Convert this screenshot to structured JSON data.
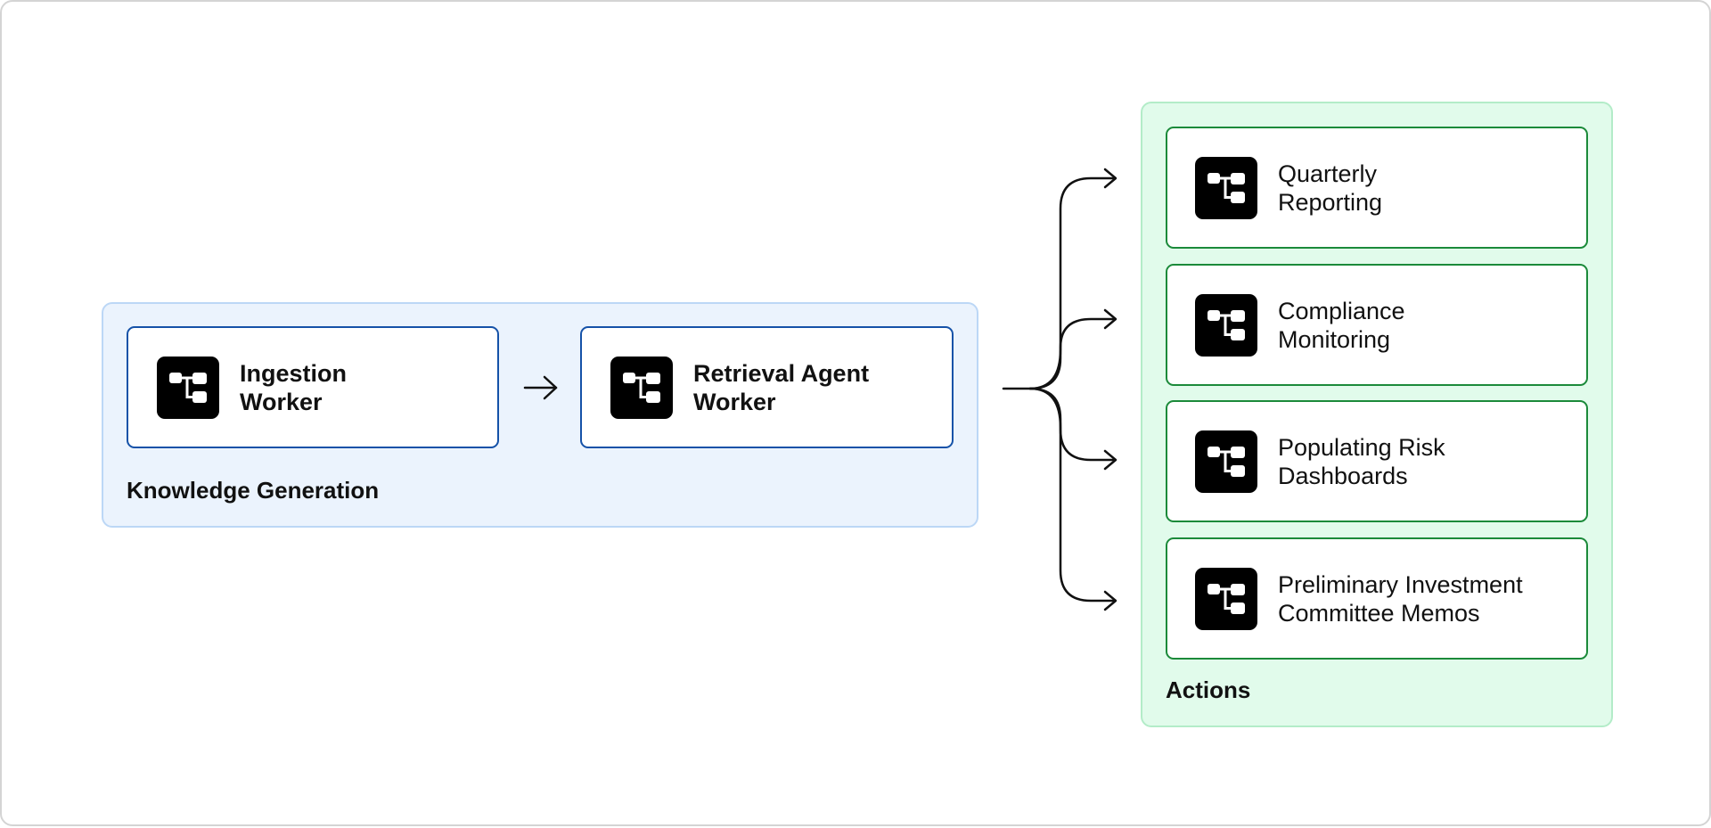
{
  "groups": {
    "knowledge": {
      "label": "Knowledge Generation"
    },
    "actions": {
      "label": "Actions"
    }
  },
  "nodes": {
    "ingestion": {
      "label": "Ingestion\nWorker",
      "icon": "workflow-icon"
    },
    "retrieval": {
      "label": "Retrieval Agent\nWorker",
      "icon": "workflow-icon"
    }
  },
  "actions": [
    {
      "label": "Quarterly\nReporting",
      "icon": "workflow-icon"
    },
    {
      "label": "Compliance\nMonitoring",
      "icon": "workflow-icon"
    },
    {
      "label": "Populating Risk\nDashboards",
      "icon": "workflow-icon"
    },
    {
      "label": "Preliminary Investment\nCommittee Memos",
      "icon": "workflow-icon"
    }
  ],
  "colors": {
    "knowledge_fill": "#ebf3fd",
    "knowledge_border": "#bcd7f6",
    "actions_fill": "#e1fbeb",
    "actions_border": "#b3ecc8",
    "node_blue": "#1552a8",
    "node_green": "#1b8a3a"
  }
}
